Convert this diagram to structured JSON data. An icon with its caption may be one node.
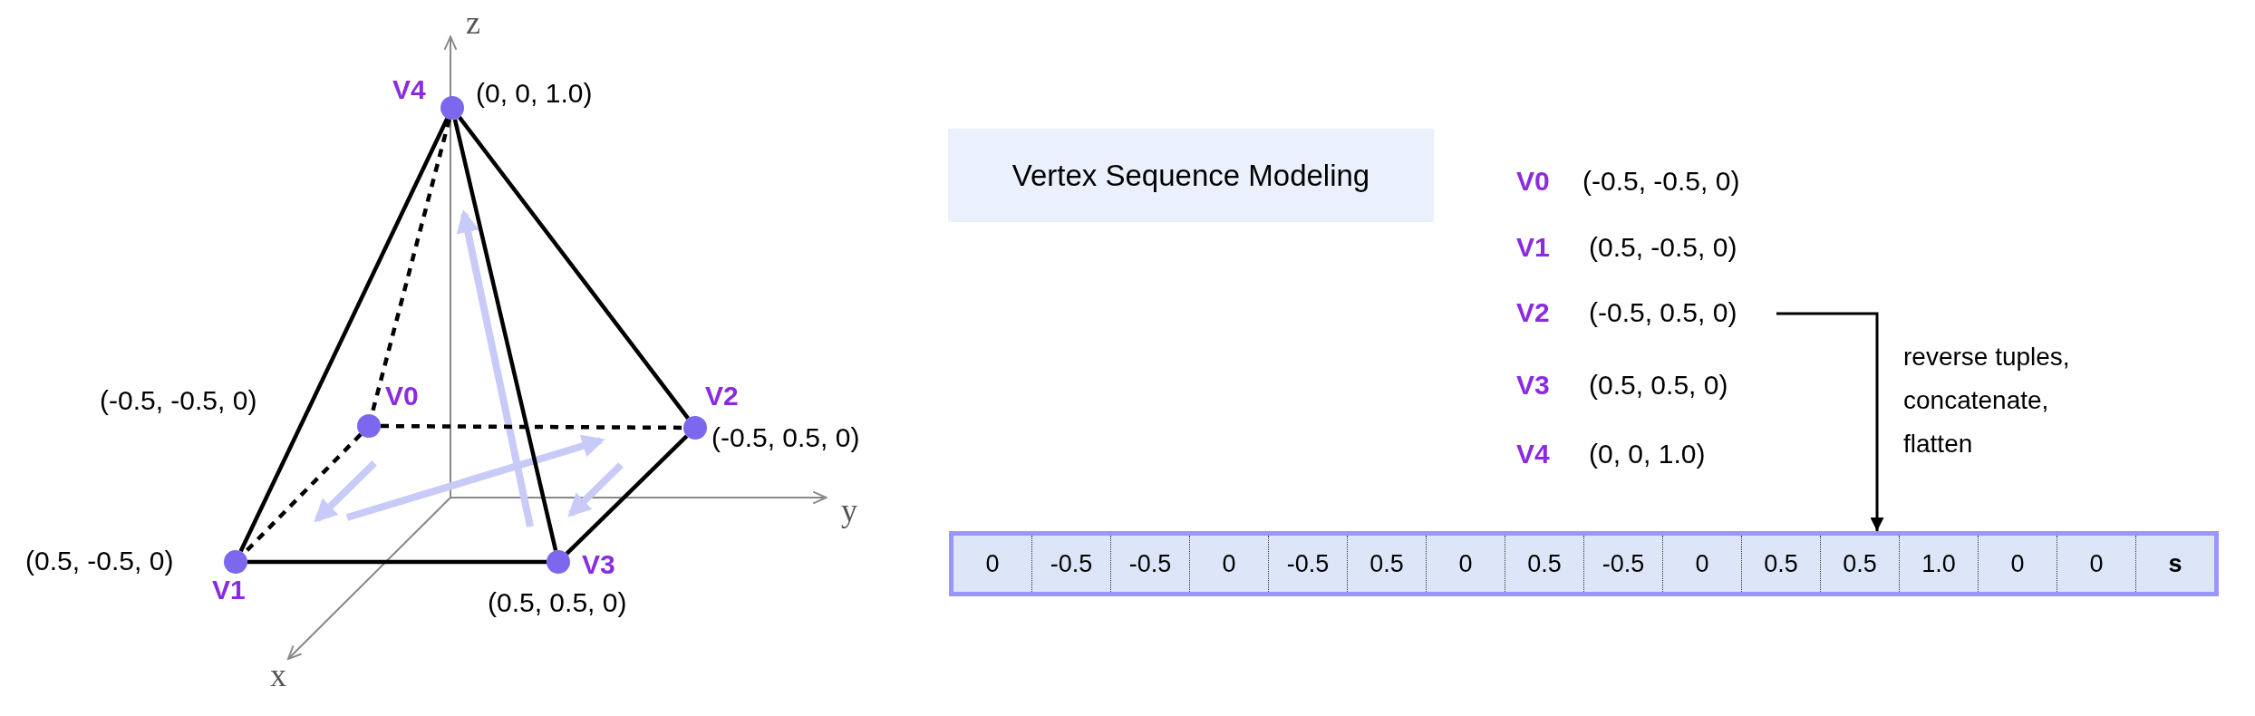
{
  "diagram": {
    "nodes": [
      {
        "text": [
          "V0"
        ],
        "beside": [
          "(-0.5, -0.5, 0)"
        ]
      },
      {
        "text": [
          "V1"
        ],
        "beside": [
          "(0.5, -0.5, 0)"
        ]
      },
      {
        "text": [
          "V2"
        ],
        "beside": [
          "(-0.5, 0.5, 0)"
        ]
      },
      {
        "text": [
          "V3"
        ],
        "beside": [
          "(0.5, 0.5, 0)"
        ]
      },
      {
        "text": [
          "V4"
        ],
        "beside": [
          "(0, 0, 1.0)"
        ]
      },
      {
        "text": [
          "Vertex Sequence Modeling"
        ]
      },
      {
        "text": [
          "V2",
          "(-0.5, 0.5, 0)"
        ]
      },
      {
        "text": [
          "0",
          "-0.5",
          "-0.5",
          "0",
          "-0.5",
          "0.5",
          "0",
          "0.5",
          "-0.5",
          "0",
          "0.5",
          "0.5",
          "1.0",
          "0",
          "0",
          "s"
        ]
      }
    ],
    "edges": [
      {
        "from": 4,
        "to": 1,
        "arrow": "none"
      },
      {
        "from": 4,
        "to": 2,
        "arrow": "none"
      },
      {
        "from": 4,
        "to": 3,
        "arrow": "none"
      },
      {
        "from": 4,
        "to": 0,
        "arrow": "none",
        "style": "dashed"
      },
      {
        "from": 1,
        "to": 3,
        "arrow": "none"
      },
      {
        "from": 3,
        "to": 2,
        "arrow": "none"
      },
      {
        "from": 0,
        "to": 2,
        "arrow": "none",
        "style": "dashed"
      },
      {
        "from": 0,
        "to": 1,
        "arrow": "none",
        "style": "dashed"
      },
      {
        "from": 6,
        "to": 7,
        "arrow": "to",
        "label": "reverse tuples, concatenate, flatten"
      }
    ],
    "labels": [
      "z",
      "y",
      "x",
      "V0",
      "(-0.5, -0.5, 0)",
      "V1",
      "(0.5, -0.5, 0)",
      "V3",
      "(0.5, 0.5, 0)",
      "V4",
      "(0, 0, 1.0)"
    ]
  }
}
